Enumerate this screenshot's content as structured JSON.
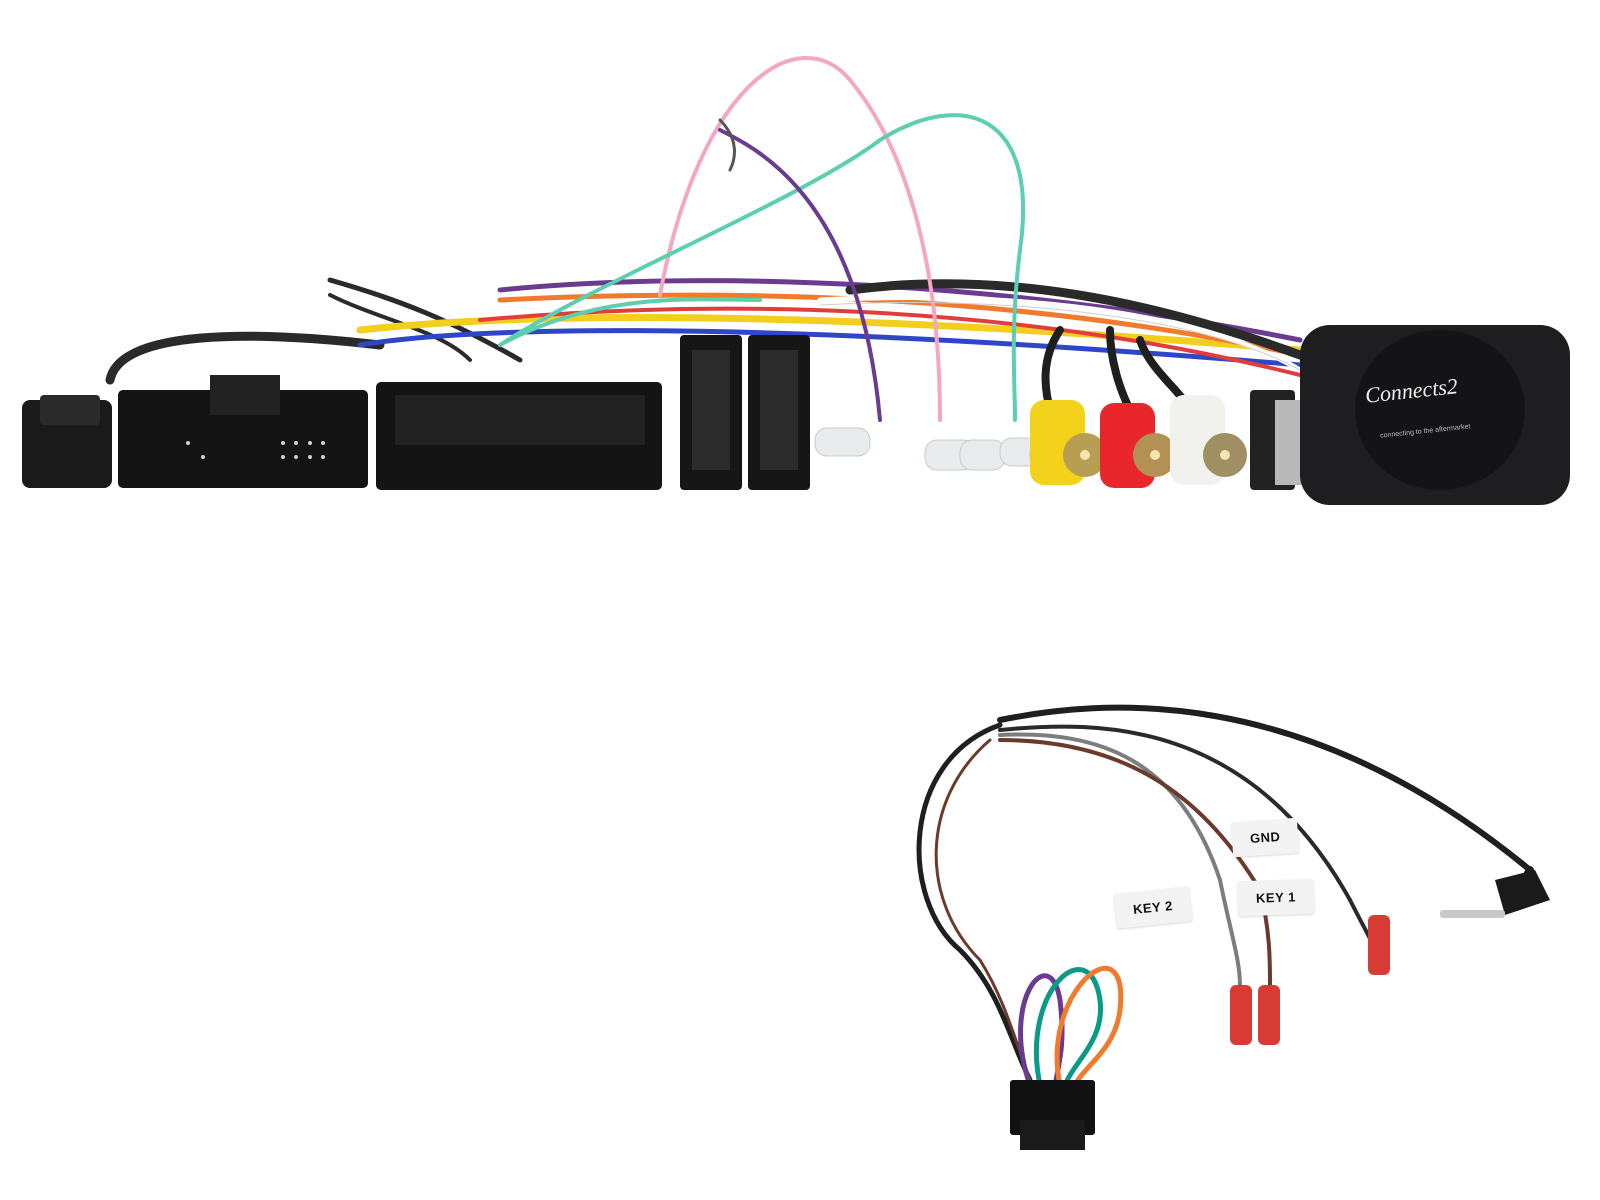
{
  "image": {
    "subject": "Car stereo steering wheel control interface wiring harness",
    "background": "#ffffff"
  },
  "brand": {
    "logo_text": "Connects2",
    "tagline": "connecting to the aftermarket"
  },
  "wire_labels": {
    "gnd": "GND",
    "key1": "KEY 1",
    "key2": "KEY 2"
  },
  "colors": {
    "connector_black": "#1c1c1e",
    "rca_yellow": "#f2d21b",
    "rca_red": "#e8262b",
    "rca_white": "#f1f1ee",
    "wire_pink": "#f3a7c0",
    "wire_green": "#5ccfb0",
    "wire_purple": "#6a3b8f",
    "wire_orange": "#f07b2c",
    "wire_teal": "#0b9a86",
    "wire_brown": "#6b3a2a",
    "wire_grey": "#7d7d7d",
    "wire_yellow": "#f3cf1d",
    "wire_blue": "#3046c8",
    "pin_red": "#d83a34"
  }
}
